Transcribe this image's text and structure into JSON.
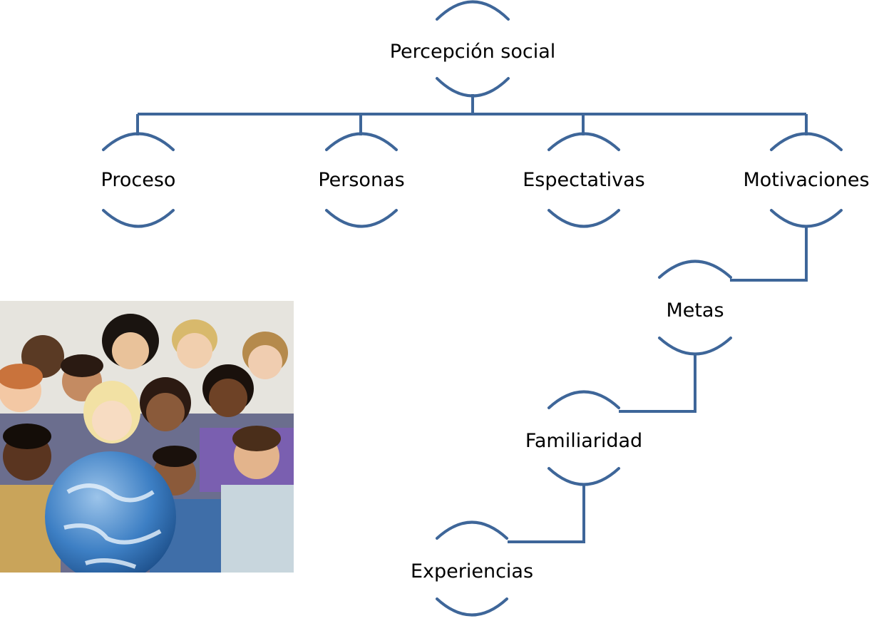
{
  "diagram": {
    "line_color": "#3e6699",
    "nodes": {
      "root": "Percepción social",
      "proceso": "Proceso",
      "personas": "Personas",
      "espectativas": "Espectativas",
      "motivaciones": "Motivaciones",
      "metas": "Metas",
      "familiaridad": "Familiaridad",
      "experiencias": "Experiencias"
    }
  },
  "photo": {
    "subject": "group of children with globe",
    "colors": {
      "background": "#e6e4de",
      "globe": "#2f6fb4",
      "globe_light": "#9cc4ea"
    }
  }
}
